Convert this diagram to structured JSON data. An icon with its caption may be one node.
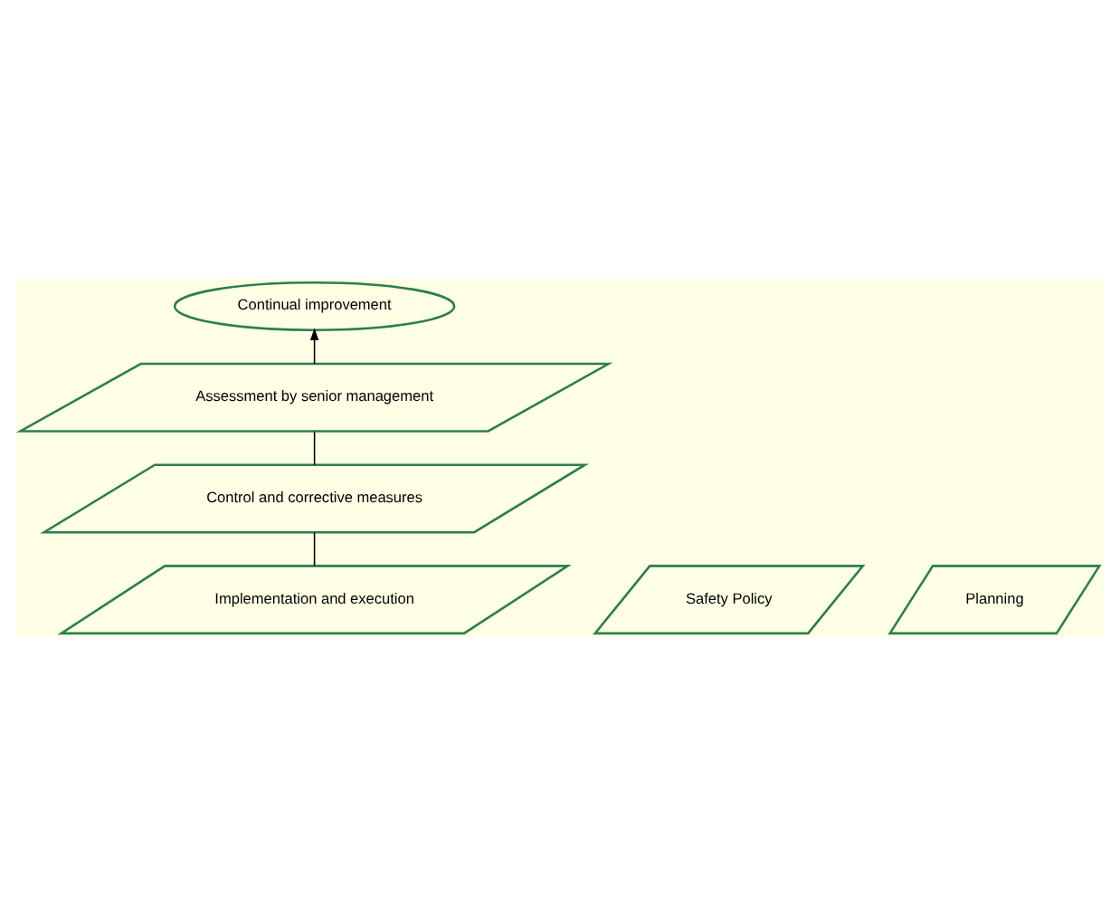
{
  "diagram": {
    "nodes": [
      {
        "text": [
          "Continual improvement"
        ]
      },
      {
        "text": [
          "Assessment by senior management"
        ]
      },
      {
        "text": [
          "Safety Policy"
        ]
      },
      {
        "text": [
          "Planning"
        ]
      },
      {
        "text": [
          "Implementation and execution"
        ]
      },
      {
        "text": [
          "Control and corrective measures"
        ]
      }
    ],
    "edges": [
      {
        "from": 4,
        "to": 5,
        "arrow": "none"
      },
      {
        "from": 5,
        "to": 1,
        "arrow": "none"
      },
      {
        "from": 1,
        "to": 0,
        "arrow": "to"
      }
    ]
  }
}
